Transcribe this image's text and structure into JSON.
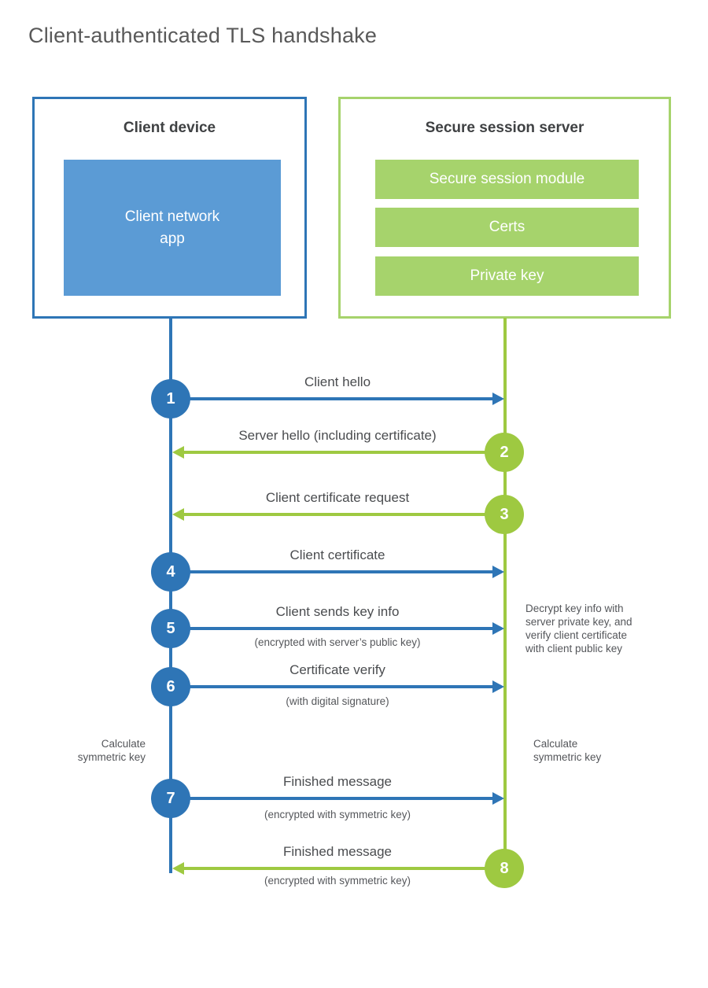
{
  "page": {
    "title": "Client-authenticated TLS handshake"
  },
  "colors": {
    "client_accent": "#2e75b6",
    "client_fill": "#5b9bd5",
    "server_accent": "#9ec941",
    "server_fill": "#a6d36c",
    "text_dark": "#3f4143",
    "text_label": "#4a4c4f"
  },
  "client_box": {
    "title": "Client device",
    "app_label": "Client network\napp"
  },
  "server_box": {
    "title": "Secure session server",
    "modules": [
      "Secure session module",
      "Certs",
      "Private key"
    ]
  },
  "steps": [
    {
      "number": "1",
      "label": "Client hello",
      "sublabel": "",
      "direction": "client-to-server"
    },
    {
      "number": "2",
      "label": "Server hello (including certificate)",
      "sublabel": "",
      "direction": "server-to-client"
    },
    {
      "number": "3",
      "label": "Client certificate request",
      "sublabel": "",
      "direction": "server-to-client"
    },
    {
      "number": "4",
      "label": "Client certificate",
      "sublabel": "",
      "direction": "client-to-server"
    },
    {
      "number": "5",
      "label": "Client sends key info",
      "sublabel": "(encrypted with server’s public key)",
      "direction": "client-to-server"
    },
    {
      "number": "6",
      "label": "Certificate verify",
      "sublabel": "(with digital signature)",
      "direction": "client-to-server"
    },
    {
      "number": "7",
      "label": "Finished message",
      "sublabel": "(encrypted with symmetric key)",
      "direction": "client-to-server"
    },
    {
      "number": "8",
      "label": "Finished message",
      "sublabel": "(encrypted with symmetric key)",
      "direction": "server-to-client"
    }
  ],
  "annotations": {
    "decrypt_note": "Decrypt key info with\nserver private key, and\nverify client certificate\nwith client public key",
    "calculate_left": "Calculate\nsymmetric key",
    "calculate_right": "Calculate\nsymmetric key"
  }
}
